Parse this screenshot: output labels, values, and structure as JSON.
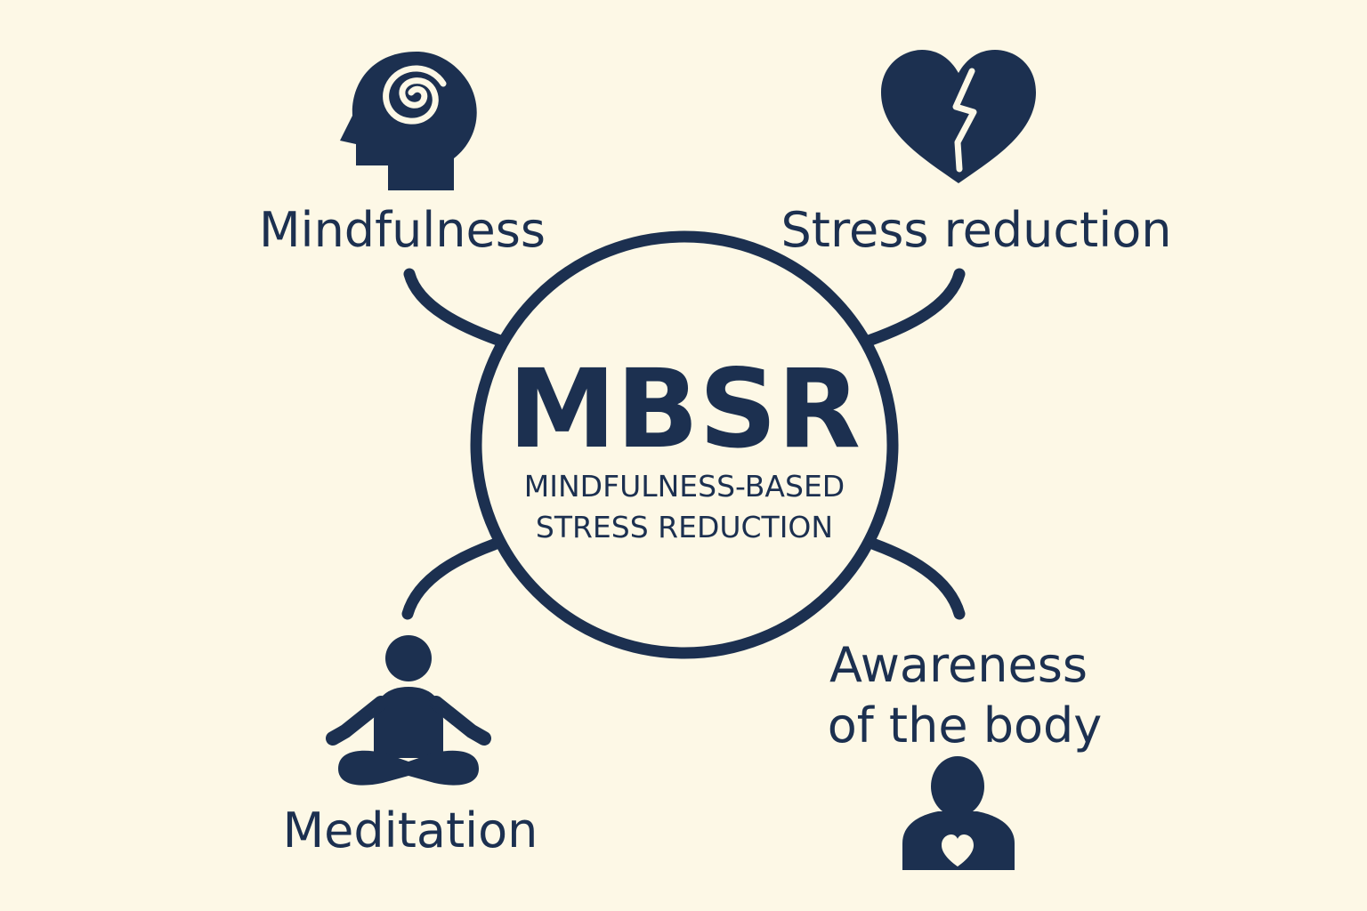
{
  "center": {
    "title": "MBSR",
    "subtitle_line1": "MINDFULNESS-BASED",
    "subtitle_line2": "STRESS REDUCTION"
  },
  "nodes": {
    "mindfulness": {
      "label": "Mindfulness",
      "icon": "head-spiral-icon"
    },
    "stress_reduction": {
      "label": "Stress reduction",
      "icon": "broken-heart-icon"
    },
    "meditation": {
      "label": "Meditation",
      "icon": "meditating-person-icon"
    },
    "awareness": {
      "label_line1": "Awareness",
      "label_line2": "of the body",
      "icon": "person-heart-icon"
    }
  },
  "colors": {
    "background": "#fdf8e6",
    "ink": "#1c3050"
  }
}
